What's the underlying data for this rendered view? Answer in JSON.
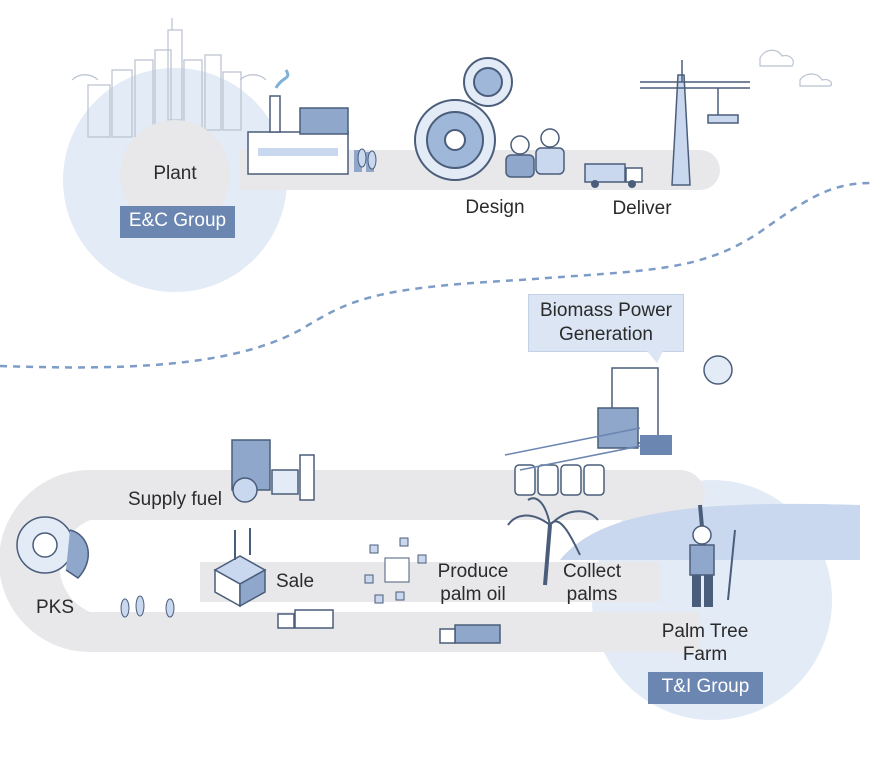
{
  "top_group": {
    "node": "Plant",
    "badge": "E&C Group",
    "steps": [
      "Design",
      "Deliver"
    ]
  },
  "bottom_group": {
    "node": "Palm Tree Farm",
    "node_lines": [
      "Palm Tree",
      "Farm"
    ],
    "badge": "T&I Group",
    "callout_lines": [
      "Biomass Power",
      "Generation"
    ],
    "steps": {
      "supply_fuel": "Supply fuel",
      "sale": "Sale",
      "produce_lines": [
        "Produce",
        "palm oil"
      ],
      "collect_lines": [
        "Collect",
        "palms"
      ],
      "pks": "PKS"
    }
  },
  "colors": {
    "accent": "#6b86b1",
    "light_blue": "#e3ebf6",
    "mid_blue": "#c9d8ee",
    "road": "#e8e8eb",
    "outline": "#4a5d7a",
    "dash": "#7d9cc6"
  },
  "icons": [
    "cityscape-icon",
    "factory-icon",
    "gear-icon",
    "worker-icon",
    "truck-icon",
    "crane-icon",
    "cloud-icon",
    "sun-icon",
    "power-plant-icon",
    "silo-icon",
    "boiler-icon",
    "box-icon",
    "cubes-icon",
    "palm-tree-icon",
    "farmer-icon",
    "pks-pellet-icon",
    "tree-icon"
  ]
}
